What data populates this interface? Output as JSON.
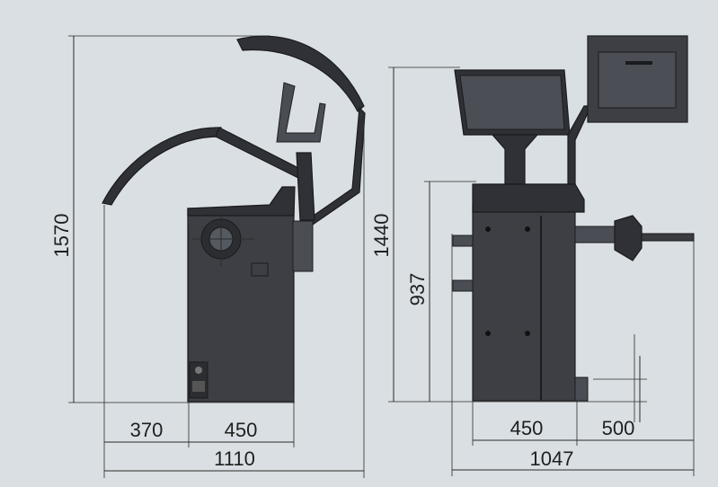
{
  "dimensions": {
    "left_total_height": "1570",
    "left_depth_front": "370",
    "left_depth_body": "450",
    "left_total_depth": "1110",
    "right_total_height": "1440",
    "right_body_height": "937",
    "right_body_width": "450",
    "right_shaft_height": "500",
    "right_total_width": "1047"
  }
}
